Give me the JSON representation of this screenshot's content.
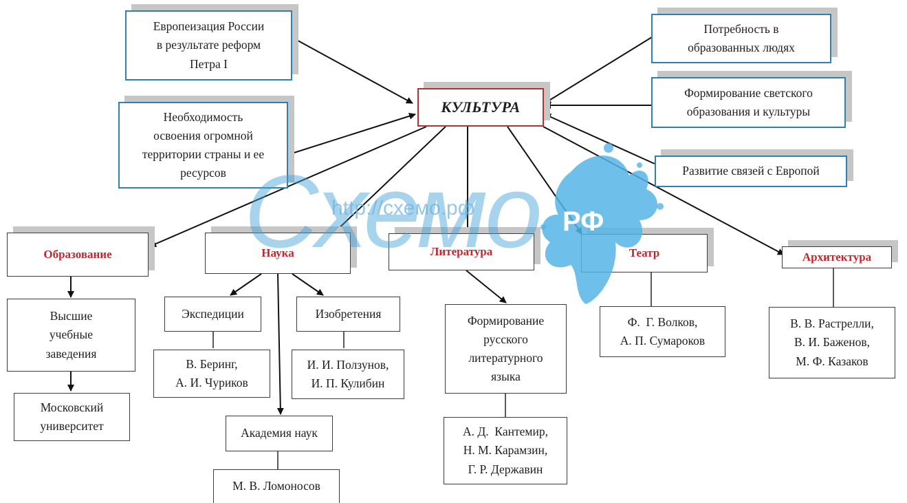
{
  "center": "КУЛЬТУРА",
  "causes": {
    "europeanization": [
      "Европеизация России",
      "в результате реформ",
      "Петра I"
    ],
    "territory": [
      "Необходимость",
      "освоения огромной",
      "территории страны и ее",
      "ресурсов"
    ],
    "educated_people": [
      "Потребность в",
      "образованных людях"
    ],
    "secular_education": [
      "Формирование светского",
      "образования и культуры"
    ],
    "europe_ties": [
      "Развитие связей с Европой"
    ]
  },
  "categories": {
    "education": "Образование",
    "science": "Наука",
    "literature": "Литература",
    "theater": "Театр",
    "architecture": "Архитектура"
  },
  "details": {
    "higher_schools": [
      "Высшие",
      "учебные",
      "заведения"
    ],
    "moscow_university": [
      "Московский",
      "университет"
    ],
    "expeditions": [
      "Экспедиции"
    ],
    "inventions": [
      "Изобретения"
    ],
    "bering": [
      "В. Беринг,",
      "А. И. Чуриков"
    ],
    "polzunov": [
      "И. И. Ползунов,",
      "И. П. Кулибин"
    ],
    "academy": [
      "Академия наук"
    ],
    "lomonosov": [
      "М. В. Ломоносов"
    ],
    "lit_language": [
      "Формирование",
      "русского",
      "литературного",
      "языка"
    ],
    "writers": [
      "А. Д.  Кантемир,",
      "Н. М. Карамзин,",
      "Г. Р. Державин"
    ],
    "theater_people": [
      "Ф.  Г. Волков,",
      "А. П. Сумароков"
    ],
    "architects": [
      "В. В. Растрелли,",
      "В. И. Баженов,",
      "М. Ф. Казаков"
    ]
  },
  "watermark": {
    "url": "http://схемо.рф",
    "logo": "Схемо",
    "badge": "РФ"
  },
  "colors": {
    "cause_border": "#2f7fb0",
    "center_border": "#b23131",
    "category_text": "#c1272d",
    "shadow": "#c6c6c6",
    "watermark": "#3d9fd8"
  }
}
